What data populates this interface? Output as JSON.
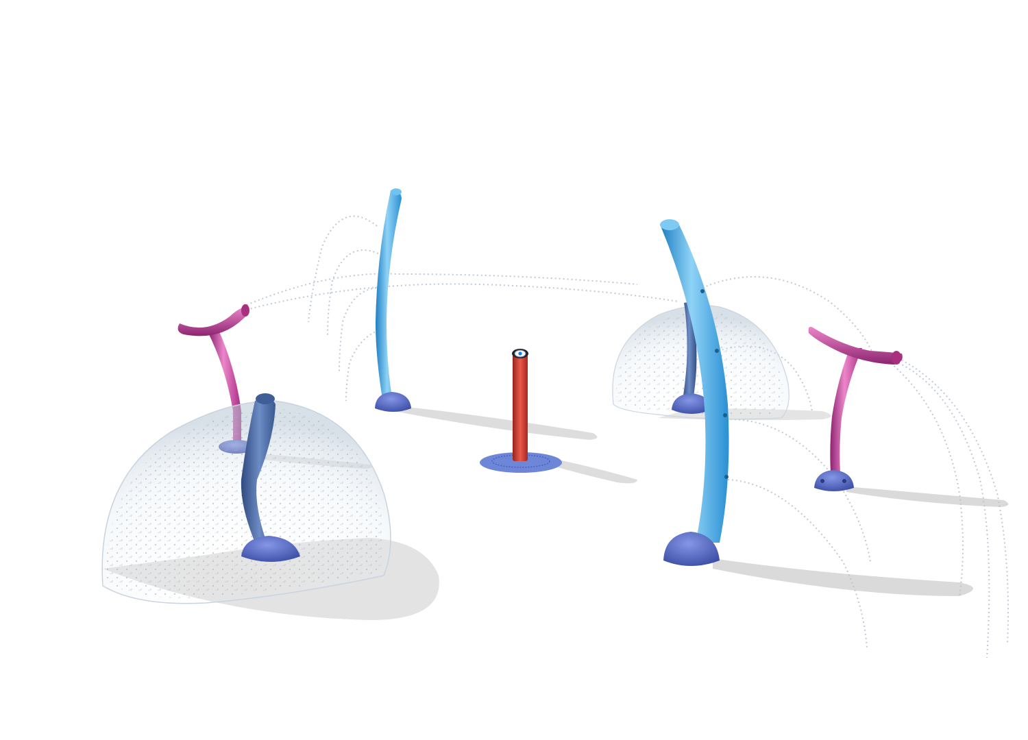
{
  "scene": {
    "background": "#ffffff",
    "colors": {
      "tube_blue": "#3aa8e6",
      "tube_blue_light": "#8fd3f7",
      "tube_blue_dark": "#1e7fc0",
      "magenta": "#c83f9b",
      "magenta_light": "#ec86c9",
      "magenta_dark": "#8c2470",
      "base_purple": "#5b70cf",
      "base_purple_dark": "#3c4fa6",
      "slate_blue": "#4b6aa3",
      "slate_blue_dark": "#2f4a7e",
      "red": "#d23a2e",
      "red_dark": "#98231a",
      "mat_blue": "#6d86d8",
      "shadow": "#dcdcdc",
      "water": "#b9c6d4"
    },
    "objects": [
      "dome-sprayer-left",
      "tee-sprayer-left",
      "arc-tube-back",
      "red-activator-post",
      "dome-sprayer-right",
      "arc-tube-front",
      "tee-sprayer-right"
    ]
  }
}
